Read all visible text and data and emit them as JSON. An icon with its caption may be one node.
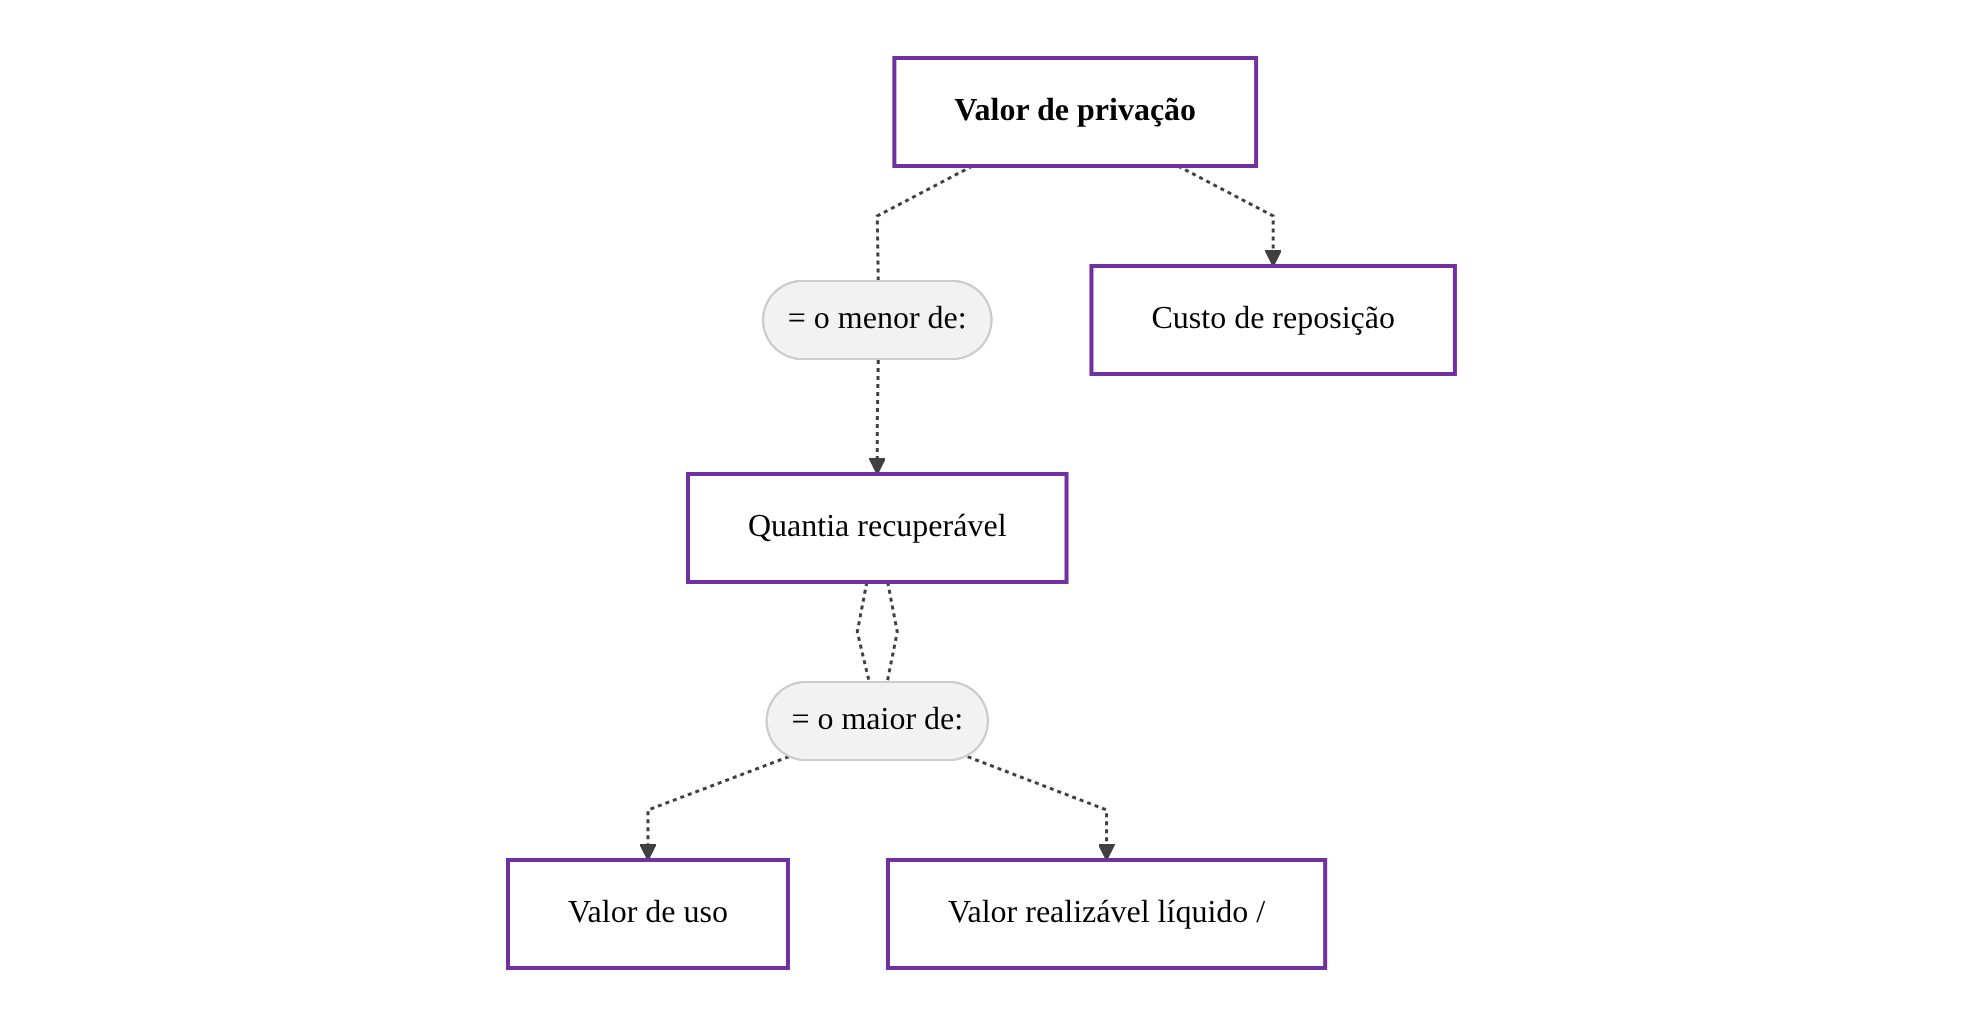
{
  "diagram": {
    "nodes": [
      {
        "text": [
          "Valor de privação"
        ]
      },
      {
        "text": [
          "= o menor de:"
        ]
      },
      {
        "text": [
          "Custo de reposição"
        ]
      },
      {
        "text": [
          "Quantia recuperável"
        ]
      },
      {
        "text": [
          "= o maior de:"
        ]
      },
      {
        "text": [
          "Valor de uso"
        ]
      },
      {
        "text": [
          "Valor realizável líquido /"
        ]
      }
    ],
    "edges": [
      {
        "from": 0,
        "to": 2,
        "arrow": "to",
        "style": "dashed"
      },
      {
        "from": 0,
        "to": 1,
        "arrow": "none",
        "style": "dashed"
      },
      {
        "from": 1,
        "to": 3,
        "arrow": "to",
        "style": "dashed"
      },
      {
        "from": 3,
        "to": 4,
        "arrow": "none",
        "style": "dashed"
      },
      {
        "from": 3,
        "to": 4,
        "arrow": "none",
        "style": "dashed"
      },
      {
        "from": 4,
        "to": 5,
        "arrow": "to",
        "style": "dashed"
      },
      {
        "from": 4,
        "to": 6,
        "arrow": "to",
        "style": "dashed"
      }
    ]
  }
}
